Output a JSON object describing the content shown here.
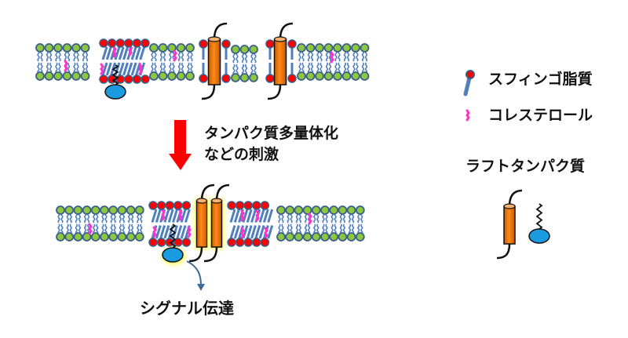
{
  "diagram": {
    "title_hint": "Lipid raft signaling schematic",
    "stimulus_label_lines": [
      "タンパク質多量体化",
      "などの刺激"
    ],
    "signal_label": "シグナル伝達",
    "legend": {
      "items": [
        {
          "icon": "sphingolipid-icon",
          "label": "スフィンゴ脂質"
        },
        {
          "icon": "cholesterol-icon",
          "label": "コレステロール"
        }
      ],
      "raft_protein_label": "ラフトタンパク質"
    },
    "states": [
      {
        "name": "before-stimulus",
        "raft_proteins_clustered": false,
        "transmembrane_proteins": 2,
        "anchored_proteins": 1
      },
      {
        "name": "after-stimulus",
        "raft_proteins_clustered": true,
        "transmembrane_proteins": 2,
        "anchored_proteins": 1
      }
    ],
    "colors": {
      "normal_lipid_head": "#8dc63f",
      "head_outline": "#3a5f8a",
      "sphingolipid_head": "#ff0000",
      "lipid_tail": "#4f7fbf",
      "cholesterol": "#ff33cc",
      "tm_protein": "#f07f0a",
      "anchored_protein": "#1a9be0",
      "stimulus_arrow": "#ff0000",
      "signal_arrow": "#3f6a9a",
      "cluster_glow": "#ffff66"
    }
  }
}
